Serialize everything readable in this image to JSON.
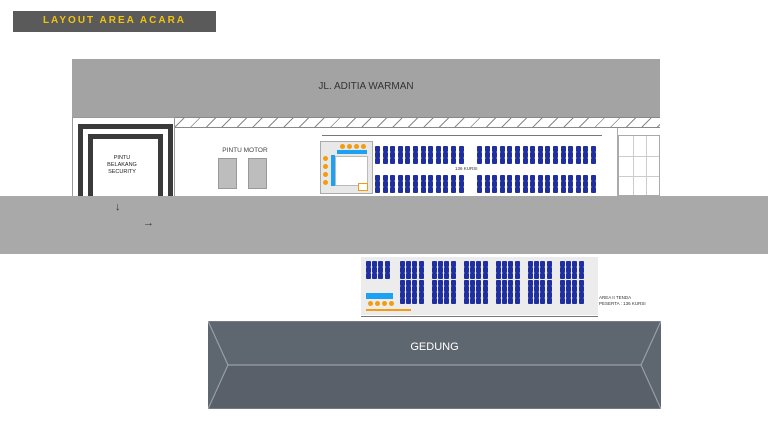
{
  "title": "LAYOUT AREA ACARA",
  "street": "JL. ADITIA WARMAN",
  "security_gate": [
    "PINTU",
    "BELAKANG",
    "SECURITY"
  ],
  "motor_gate": "PINTU MOTOR",
  "building": "GEDUNG",
  "tent_top_capacity": "136 KURSI",
  "tent_bottom_label": [
    "AREA II TENDA",
    "PESERTA : 136 KURSI"
  ],
  "colors": {
    "title_bar": "#5a5a5a",
    "title_text": "#f1c40f",
    "road": "#a9a9a9",
    "street": "#a3a3a3",
    "building": "#5e6670",
    "chair": "#1f2f9f",
    "stage_accent": "#1da1f2",
    "chair_accent": "#f39c12"
  },
  "icons": [
    "arrow-down-icon",
    "arrow-right-icon"
  ]
}
